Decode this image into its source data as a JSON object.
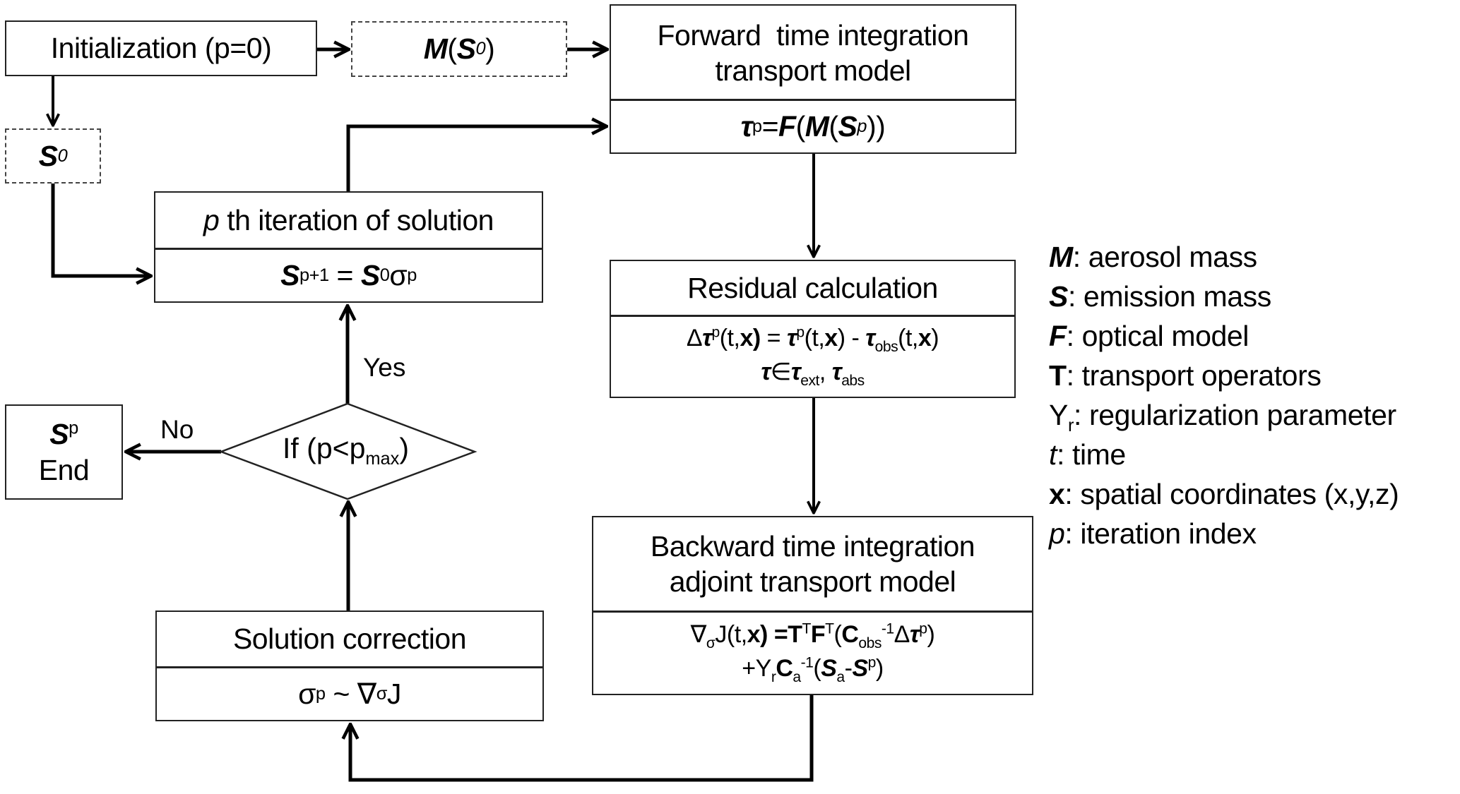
{
  "diagram": {
    "type": "flowchart",
    "nodes": {
      "init": {
        "label": "Initialization (p=0)"
      },
      "m_s0": {
        "label_symbol": "M",
        "label_arg": "S",
        "label_sub": "0"
      },
      "s0": {
        "label_symbol": "S",
        "label_sub": "0"
      },
      "forward": {
        "title_line1": "Forward  time integration",
        "title_line2": "transport model",
        "formula": {
          "tau": "τ",
          "sup": "p",
          "eq": "=",
          "F": "F",
          "M": "M",
          "S": "S",
          "sub": "p"
        }
      },
      "iteration": {
        "title_italic": "p",
        "title_rest": " th iteration of solution",
        "formula": {
          "S": "S",
          "sub1": "p+1",
          "eq": " = ",
          "S0": "S",
          "sub0": "0",
          "sigma": "σ",
          "sup": "p"
        }
      },
      "residual": {
        "title": "Residual calculation",
        "formula_line1": {
          "delta": "Δ",
          "tau": "τ",
          "sup": "p",
          "args1": "(t,",
          "x": "x",
          "close": ")",
          "eq": " = ",
          "tau2": "τ",
          "sup2": "p",
          "args2": "(t,",
          "minus": " - ",
          "tau3": "τ",
          "sub3": "obs",
          "args3": "(t,"
        },
        "formula_line2": {
          "tau": "τ",
          "in": "∈",
          "tau_ext": "τ",
          "sub_ext": "ext",
          "comma": ", ",
          "tau_abs": "τ",
          "sub_abs": "abs"
        }
      },
      "decision": {
        "label_prefix": "If (p<p",
        "label_sub": "max",
        "label_suffix": ")",
        "yes_label": "Yes",
        "no_label": "No"
      },
      "end": {
        "symbol": "S",
        "sup": "p",
        "label": "End"
      },
      "backward": {
        "title_line1": "Backward time integration",
        "title_line2": "adjoint transport model",
        "formula_line1": {
          "nabla": "∇",
          "sigma_sub": "σ",
          "J": "J(t,",
          "x": "x",
          "close": ")",
          "eq": " =",
          "T": "T",
          "Tsup": "T",
          "F": "F",
          "Fsup": "T",
          "open": "(",
          "C": "C",
          "Csub": "obs",
          "Csup": "-1",
          "delta": "Δ",
          "tau": "τ",
          "tausup": "p",
          "end": ")"
        },
        "formula_line2": {
          "plus": "+Y",
          "rsub": "r",
          "C": "C",
          "asub": "a",
          "inv": "-1",
          "open": "(",
          "S": "S",
          "Ssub": "a",
          "minus": "-",
          "S2": "S",
          "S2sup": "p",
          "close": ")"
        }
      },
      "correction": {
        "title": "Solution correction",
        "formula": {
          "sigma": "σ",
          "sup": "p",
          "tilde": " ~ ",
          "nabla": "∇",
          "sub": "σ",
          "J": "J"
        }
      }
    },
    "edges": [
      {
        "from": "init",
        "to": "m_s0"
      },
      {
        "from": "m_s0",
        "to": "forward"
      },
      {
        "from": "init",
        "to": "s0"
      },
      {
        "from": "s0",
        "to": "iteration"
      },
      {
        "from": "iteration",
        "to": "forward"
      },
      {
        "from": "forward",
        "to": "residual"
      },
      {
        "from": "residual",
        "to": "backward"
      },
      {
        "from": "backward",
        "to": "correction"
      },
      {
        "from": "correction",
        "to": "decision"
      },
      {
        "from": "decision",
        "to": "iteration",
        "label": "Yes"
      },
      {
        "from": "decision",
        "to": "end",
        "label": "No"
      }
    ],
    "legend": [
      {
        "symbol": "M",
        "style": "bold-italic",
        "text": ": aerosol mass"
      },
      {
        "symbol": "S",
        "style": "bold-italic",
        "text": ": emission mass"
      },
      {
        "symbol": "F",
        "style": "bold-italic",
        "text": ": optical model"
      },
      {
        "symbol": "T",
        "style": "bold",
        "text": ": transport operators"
      },
      {
        "symbol": "Y",
        "sub": "r",
        "style": "normal",
        "text": ": regularization parameter"
      },
      {
        "symbol": "t",
        "style": "italic",
        "text": ": time"
      },
      {
        "symbol": "x",
        "style": "bold",
        "text": ": spatial coordinates (x,y,z)"
      },
      {
        "symbol": "p",
        "style": "italic",
        "text": ": iteration index"
      }
    ]
  }
}
